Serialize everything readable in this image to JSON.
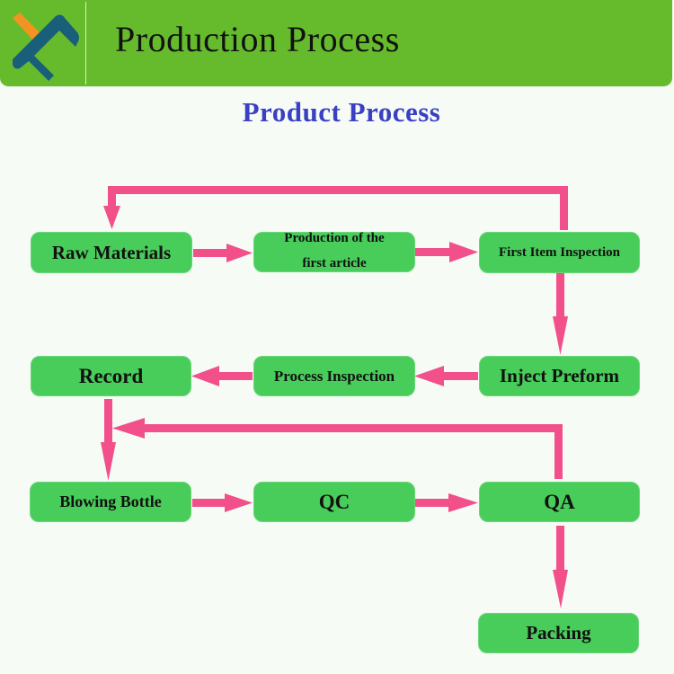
{
  "header": {
    "title": "Production Process",
    "logo_icon": "xf-logo-icon",
    "colors": {
      "background": "#66bb2d",
      "logo_orange": "#f39322",
      "logo_blue": "#1a5f7a"
    }
  },
  "diagram": {
    "title": "Product Process",
    "colors": {
      "node_fill": "#48cc5a",
      "arrow": "#f2508a",
      "title": "#3a3fc4"
    },
    "nodes": [
      {
        "id": "raw-materials",
        "label": "Raw Materials"
      },
      {
        "id": "production-first-article",
        "label_line1": "Production of the",
        "label_line2": "first article"
      },
      {
        "id": "first-item-inspection",
        "label": "First Item Inspection"
      },
      {
        "id": "inject-preform",
        "label": "Inject Preform"
      },
      {
        "id": "process-inspection",
        "label": "Process Inspection"
      },
      {
        "id": "record",
        "label": "Record"
      },
      {
        "id": "blowing-bottle",
        "label": "Blowing Bottle"
      },
      {
        "id": "qc",
        "label": "QC"
      },
      {
        "id": "qa",
        "label": "QA"
      },
      {
        "id": "packing",
        "label": "Packing"
      }
    ],
    "edges": [
      {
        "from": "raw-materials",
        "to": "production-first-article"
      },
      {
        "from": "production-first-article",
        "to": "first-item-inspection"
      },
      {
        "from": "first-item-inspection",
        "to": "raw-materials",
        "type": "feedback-loop"
      },
      {
        "from": "first-item-inspection",
        "to": "inject-preform"
      },
      {
        "from": "inject-preform",
        "to": "process-inspection"
      },
      {
        "from": "process-inspection",
        "to": "record"
      },
      {
        "from": "record",
        "to": "blowing-bottle"
      },
      {
        "from": "qa",
        "to": "blowing-bottle",
        "type": "feedback-loop"
      },
      {
        "from": "blowing-bottle",
        "to": "qc"
      },
      {
        "from": "qc",
        "to": "qa"
      },
      {
        "from": "qa",
        "to": "packing"
      }
    ]
  }
}
